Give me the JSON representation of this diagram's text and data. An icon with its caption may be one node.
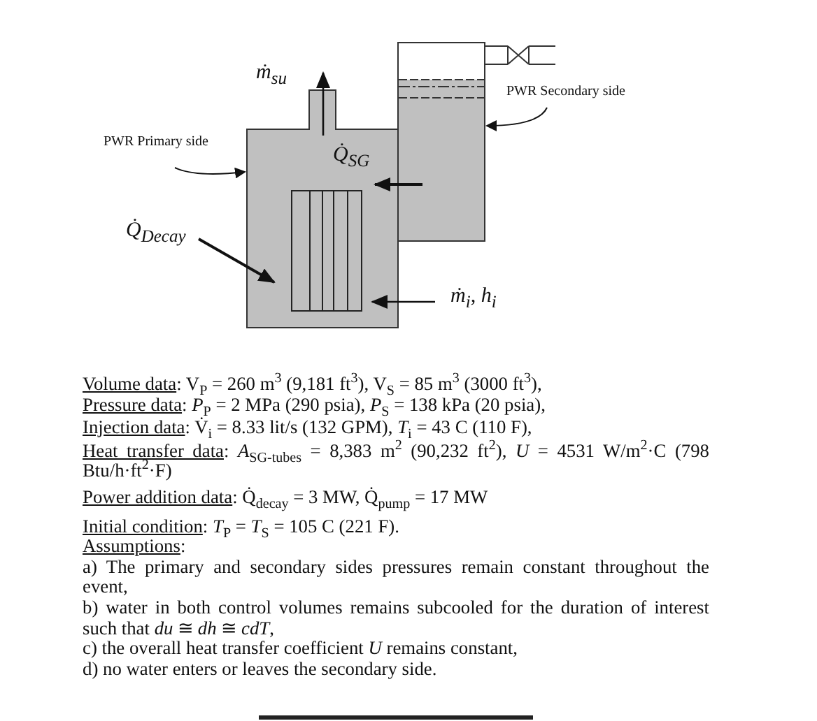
{
  "diagram": {
    "nodes": [
      {
        "text": [
          "PWR Primary side"
        ]
      },
      {
        "text": [],
        "shape": "box",
        "beside": [
          "ṁ$_{su}$"
        ]
      },
      {
        "text": [
          "PWR Secondary side"
        ]
      },
      {
        "text": [],
        "shape": "box"
      }
    ],
    "edges": [
      {
        "from": 0,
        "to": 1,
        "arrow": "to"
      },
      {
        "from": 2,
        "to": 3,
        "arrow": "to"
      }
    ],
    "labels": [
      "Q̇$_{SG}$",
      "Q̇$_{Decay}$",
      "ṁ$_{i}$, h$_{i}$",
      "Volume data: V$_{P}$ = 260 m$^{3}$ (9,181 ft$^{3}$), V$_{S}$ = 85 m$^{3}$ (3000 ft$^{3}$),",
      "Pressure data: *P*$_{P}$ = 2 MPa (290 psia), *P*$_{S}$ = 138 kPa (20 psia),",
      "Injection data: V̇$_{i}$ = 8.33 lit/s (132 GPM), *T*$_{i}$ = 43 C (110 F),",
      "Heat transfer data: *A*$_{SG-tubes}$ = 8,383 m$^{2}$ (90,232 ft$^{2}$), *U* = 4531 W/m$^{2}$·C (798 Btu/h·ft$^{2}$·F)",
      "Power addition data: Q̇$_{decay}$ = 3 MW, Q̇$_{pump}$ = 17 MW",
      "Initial condition: *T*$_{P}$ = *T*$_{S}$ = 105 C (221 F).",
      "Assumptions:",
      "a) The primary and secondary sides pressures remain constant throughout the event,",
      "b) water in both control volumes remains subcooled for the duration of interest such that *du* ≅ *dh* ≅ *cdT*,",
      "c) the overall heat transfer coefficient *U* remains constant,",
      "d) no water enters or leaves the secondary side."
    ]
  }
}
